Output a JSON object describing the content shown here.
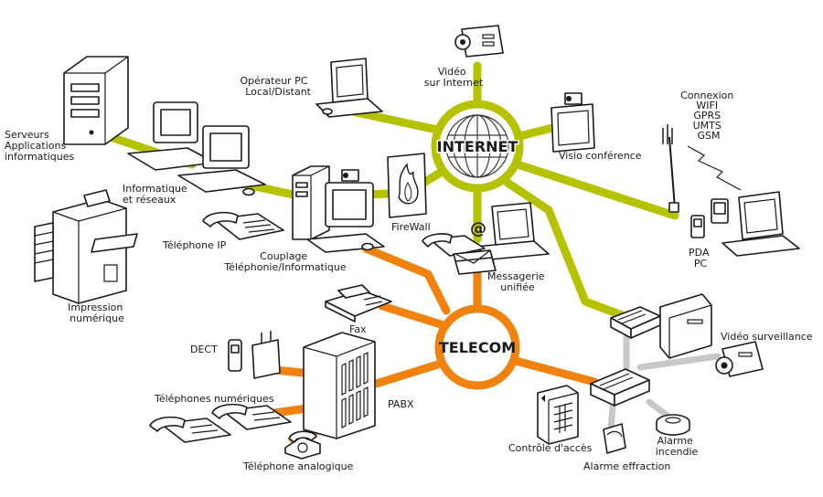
{
  "hubs": {
    "internet": "INTERNET",
    "telecom": "TELECOM"
  },
  "colors": {
    "internet_link": "#b5c200",
    "telecom_link": "#f0820f",
    "local_link": "#c8c8c8",
    "hub_fill": "#ffffff",
    "text": "#1a1a1a"
  },
  "labels": {
    "serveurs": [
      "Serveurs",
      "Applications",
      "informatiques"
    ],
    "informatique": [
      "Informatique",
      "et réseaux"
    ],
    "operateur": [
      "Opérateur PC",
      "Local/Distant"
    ],
    "video_internet": [
      "Vidéo",
      "sur Internet"
    ],
    "visio": [
      "Visio conférence"
    ],
    "connexion": [
      "Connexion",
      "WIFI",
      "GPRS",
      "UMTS",
      "GSM"
    ],
    "firewall": [
      "FireWall"
    ],
    "telephone_ip": [
      "Téléphone IP"
    ],
    "couplage": [
      "Couplage",
      "Téléphonie/Informatique"
    ],
    "messagerie": [
      "Messagerie",
      "unifiée"
    ],
    "pda": [
      "PDA",
      "PC"
    ],
    "impression": [
      "Impression",
      "numérique"
    ],
    "fax": [
      "Fax"
    ],
    "dect": [
      "DECT"
    ],
    "video_surveillance": [
      "Vidéo surveillance"
    ],
    "telephones_numeriques": [
      "Téléphones numériques"
    ],
    "pabx": [
      "PABX"
    ],
    "telephone_analogique": [
      "Téléphone analogique"
    ],
    "controle": [
      "Contrôle d'accès"
    ],
    "alarme_incendie": [
      "Alarme",
      "incendie"
    ],
    "alarme_effraction": [
      "Alarme effraction"
    ]
  },
  "symbols": {
    "at_sign": "@"
  },
  "icons": [
    "globe-icon",
    "server-icon",
    "desktop-computer-icon",
    "laptop-icon",
    "video-camera-icon",
    "monitor-icon",
    "antenna-icon",
    "firewall-flame-icon",
    "ip-phone-icon",
    "printer-icon",
    "fax-icon",
    "dect-phone-icon",
    "pabx-cabinet-icon",
    "analog-phone-icon",
    "switch-icon",
    "access-keypad-icon",
    "smoke-detector-icon",
    "motion-sensor-icon",
    "pda-icon",
    "mail-stack-icon"
  ]
}
